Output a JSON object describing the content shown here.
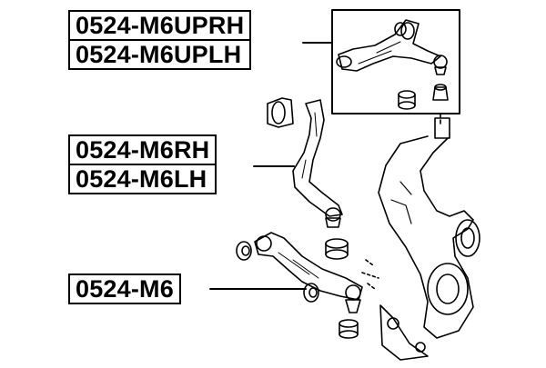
{
  "labels": {
    "upper_arm": [
      "0524-M6UPRH",
      "0524-M6UPLH"
    ],
    "mid_link": [
      "0524-M6RH",
      "0524-M6LH"
    ],
    "lower_arm": [
      "0524-M6"
    ]
  },
  "colors": {
    "ink": "#000000",
    "background": "#ffffff"
  }
}
